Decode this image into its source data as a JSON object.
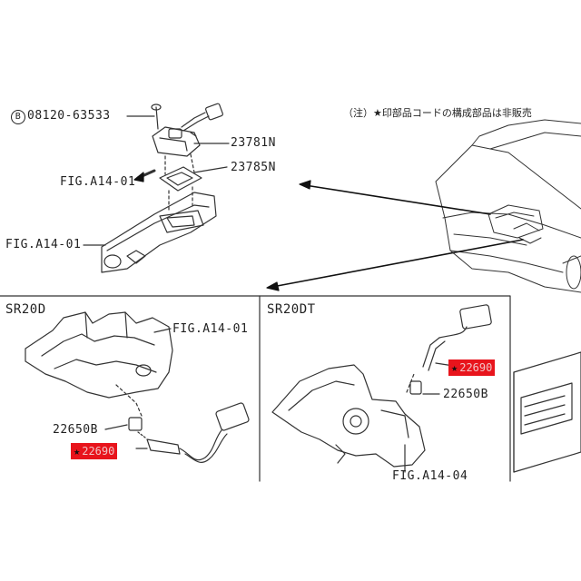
{
  "note": "（注）★印部品コードの構成部品は非販売",
  "parts": {
    "bolt": {
      "code_symbol": "B",
      "code": "08120-63533"
    },
    "sensor": "23781N",
    "gasket": "23785N",
    "fig_ref_arrow": "FIG.A14-01",
    "fig_ref_manifold_top": "FIG.A14-01"
  },
  "panel_sr20d": {
    "title": "SR20D",
    "fig_ref": "FIG.A14-01",
    "plug": "22650B",
    "sensor_highlight": "22690"
  },
  "panel_sr20dt": {
    "title": "SR20DT",
    "plug": "22650B",
    "sensor_highlight": "22690",
    "fig_ref": "FIG.A14-04"
  },
  "colors": {
    "highlight": "#e8141c",
    "line": "#333333"
  }
}
